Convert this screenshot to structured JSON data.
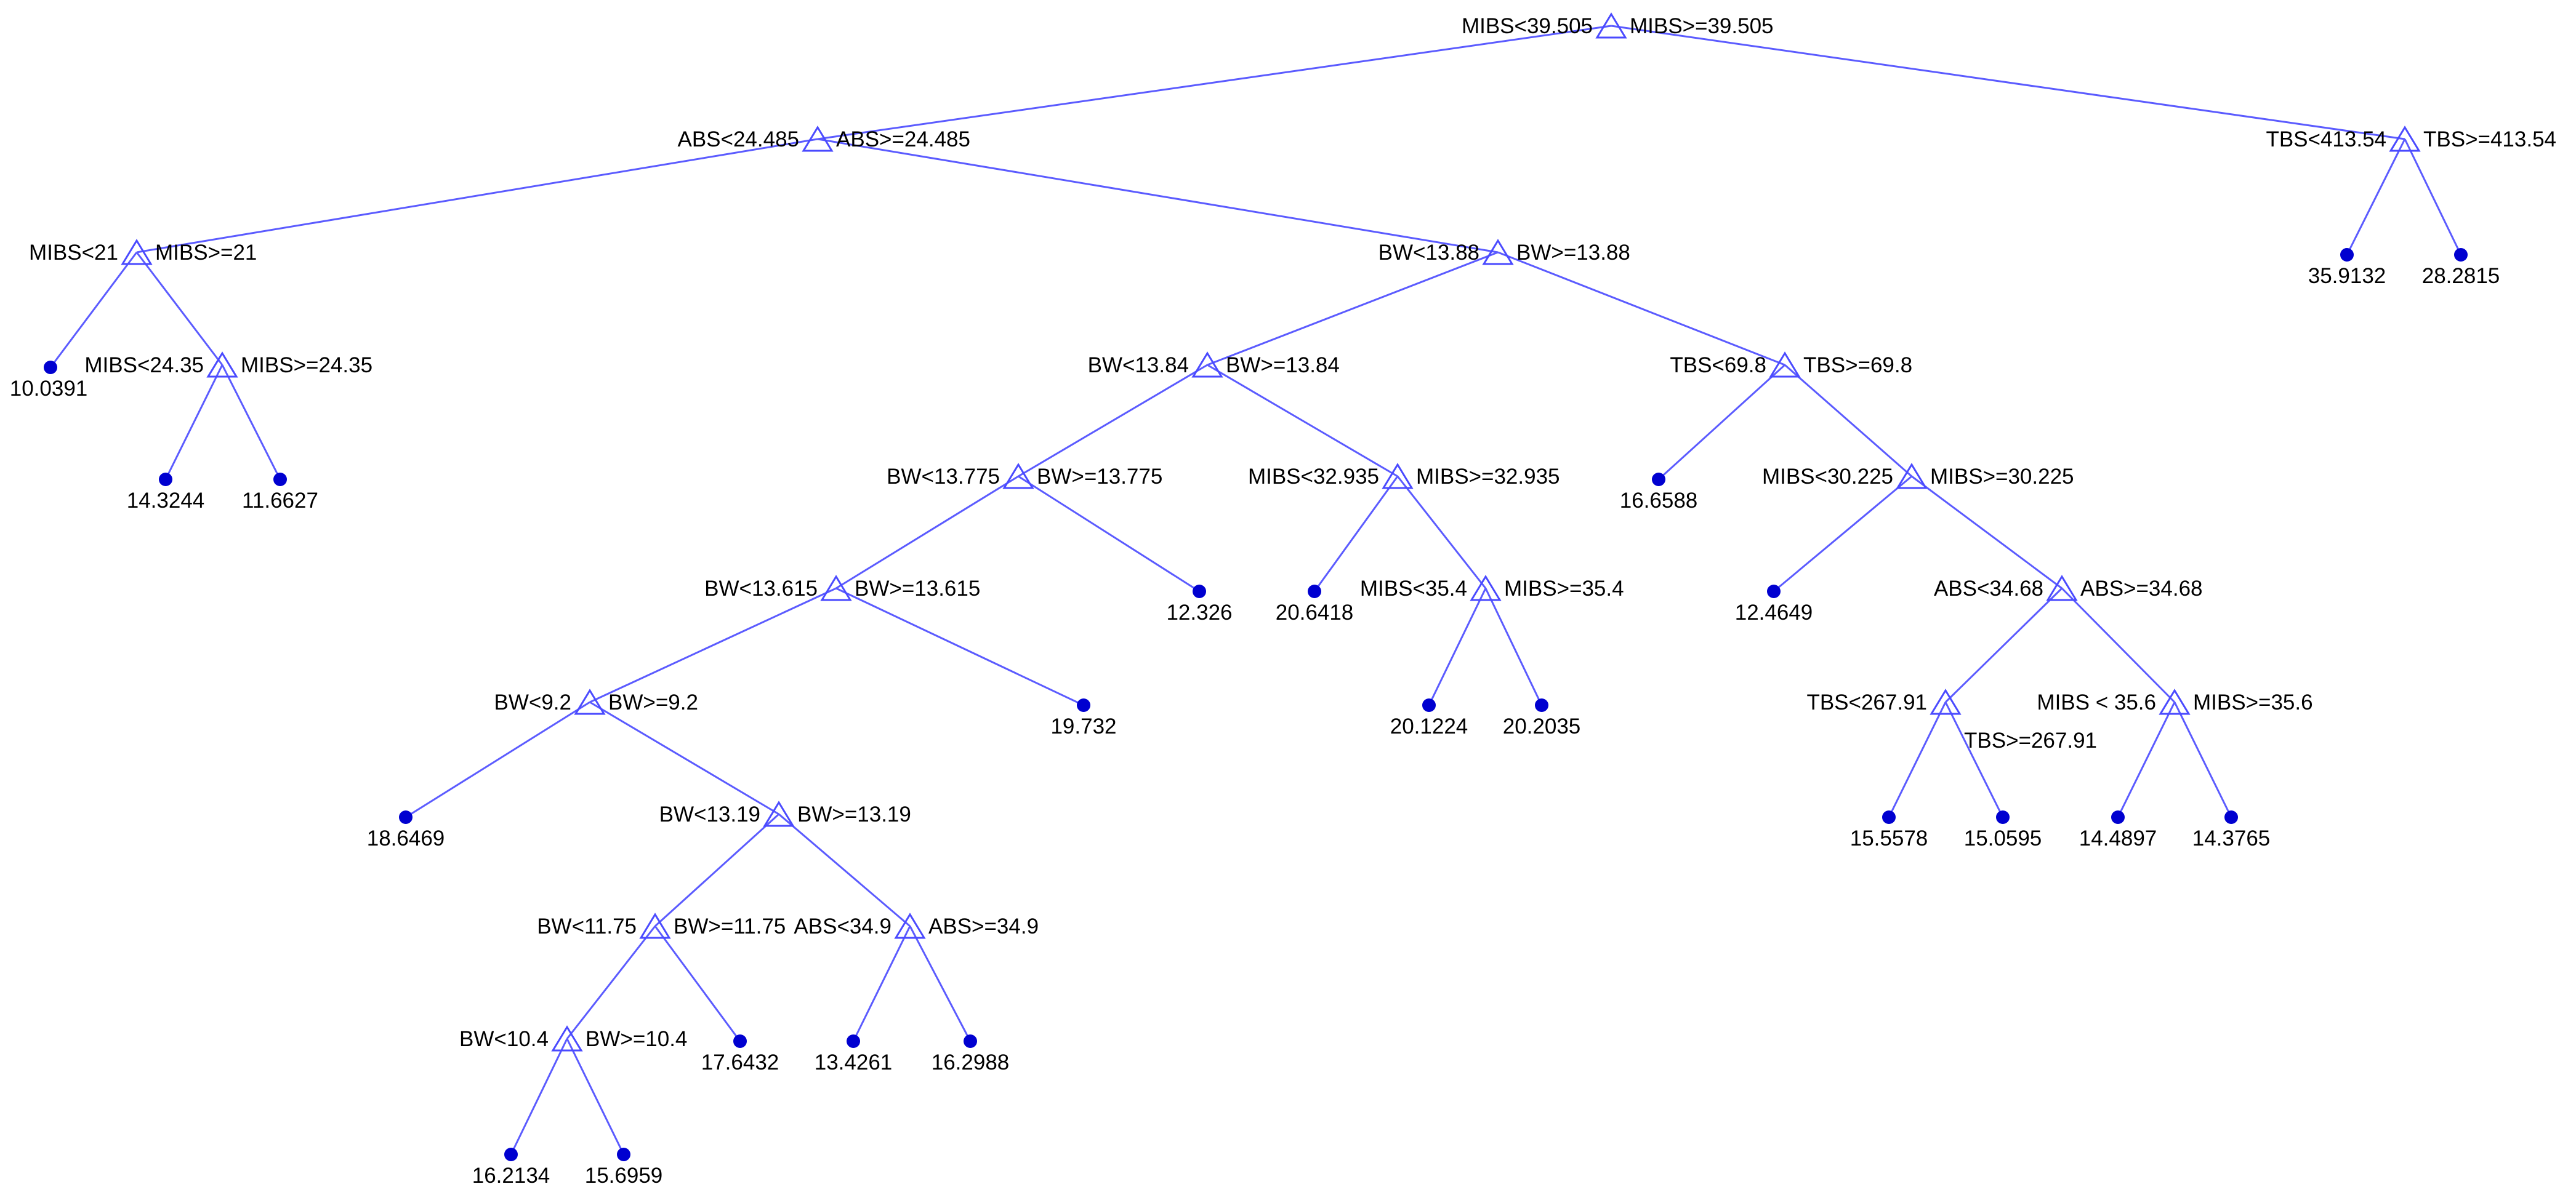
{
  "tree": {
    "edge_color": "#5b5bff",
    "split_marker_color": "#4a4aff",
    "split_marker": "triangle-outline-icon",
    "leaf_marker": "filled-circle-icon",
    "leaf_color": "#0000d0",
    "splits": [
      {
        "id": "s1",
        "left_label": "MIBS<39.505",
        "right_label": "MIBS>=39.505",
        "left": "s2",
        "right": "s12"
      },
      {
        "id": "s2",
        "left_label": "ABS<24.485",
        "right_label": "ABS>=24.485",
        "left": "s3",
        "right": "s5"
      },
      {
        "id": "s3",
        "left_label": "MIBS<21",
        "right_label": "MIBS>=21",
        "left": "l1",
        "right": "s4"
      },
      {
        "id": "s4",
        "left_label": "MIBS<24.35",
        "right_label": "MIBS>=24.35",
        "left": "l2",
        "right": "l3"
      },
      {
        "id": "s5",
        "left_label": "BW<13.88",
        "right_label": "BW>=13.88",
        "left": "s6",
        "right": "s15"
      },
      {
        "id": "s6",
        "left_label": "BW<13.84",
        "right_label": "BW>=13.84",
        "left": "s7",
        "right": "s13"
      },
      {
        "id": "s7",
        "left_label": "BW<13.775",
        "right_label": "BW>=13.775",
        "left": "s8",
        "right": "l4"
      },
      {
        "id": "s8",
        "left_label": "BW<13.615",
        "right_label": "BW>=13.615",
        "left": "s9",
        "right": "l5"
      },
      {
        "id": "s9",
        "left_label": "BW<9.2",
        "right_label": "BW>=9.2",
        "left": "l6",
        "right": "s10"
      },
      {
        "id": "s10",
        "left_label": "BW<13.19",
        "right_label": "BW>=13.19",
        "left": "s11",
        "right": "s21"
      },
      {
        "id": "s11",
        "left_label": "BW<11.75",
        "right_label": "BW>=11.75",
        "left": "s20",
        "right": "l7"
      },
      {
        "id": "s20",
        "left_label": "BW<10.4",
        "right_label": "BW>=10.4",
        "left": "l8",
        "right": "l9"
      },
      {
        "id": "s21",
        "left_label": "ABS<34.9",
        "right_label": "ABS>=34.9",
        "left": "l10",
        "right": "l11"
      },
      {
        "id": "s12",
        "left_label": "TBS<413.54",
        "right_label": "TBS>=413.54",
        "left": "l12",
        "right": "l13"
      },
      {
        "id": "s13",
        "left_label": "MIBS<32.935",
        "right_label": "MIBS>=32.935",
        "left": "l14",
        "right": "s14"
      },
      {
        "id": "s14",
        "left_label": "MIBS<35.4",
        "right_label": "MIBS>=35.4",
        "left": "l15",
        "right": "l16"
      },
      {
        "id": "s15",
        "left_label": "TBS<69.8",
        "right_label": "TBS>=69.8",
        "left": "l17",
        "right": "s16"
      },
      {
        "id": "s16",
        "left_label": "MIBS<30.225",
        "right_label": "MIBS>=30.225",
        "left": "l18",
        "right": "s17"
      },
      {
        "id": "s17",
        "left_label": "ABS<34.68",
        "right_label": "ABS>=34.68",
        "left": "s18",
        "right": "s19"
      },
      {
        "id": "s18",
        "left_label": "TBS<267.91",
        "right_label": "TBS>=267.91",
        "left": "l19",
        "right": "l20"
      },
      {
        "id": "s19",
        "left_label": "MIBS < 35.6",
        "right_label": "MIBS>=35.6",
        "left": "l21",
        "right": "l22"
      }
    ],
    "leaves": [
      {
        "id": "l1",
        "value": "10.0391"
      },
      {
        "id": "l2",
        "value": "14.3244"
      },
      {
        "id": "l3",
        "value": "11.6627"
      },
      {
        "id": "l4",
        "value": "12.326"
      },
      {
        "id": "l5",
        "value": "19.732"
      },
      {
        "id": "l6",
        "value": "18.6469"
      },
      {
        "id": "l7",
        "value": "17.6432"
      },
      {
        "id": "l8",
        "value": "16.2134"
      },
      {
        "id": "l9",
        "value": "15.6959"
      },
      {
        "id": "l10",
        "value": "13.4261"
      },
      {
        "id": "l11",
        "value": "16.2988"
      },
      {
        "id": "l12",
        "value": "35.9132"
      },
      {
        "id": "l13",
        "value": "28.2815"
      },
      {
        "id": "l14",
        "value": "20.6418"
      },
      {
        "id": "l15",
        "value": "20.1224"
      },
      {
        "id": "l16",
        "value": "20.2035"
      },
      {
        "id": "l17",
        "value": "16.6588"
      },
      {
        "id": "l18",
        "value": "12.4649"
      },
      {
        "id": "l19",
        "value": "15.5578"
      },
      {
        "id": "l20",
        "value": "15.0595"
      },
      {
        "id": "l21",
        "value": "14.4897"
      },
      {
        "id": "l22",
        "value": "14.3765"
      }
    ]
  }
}
